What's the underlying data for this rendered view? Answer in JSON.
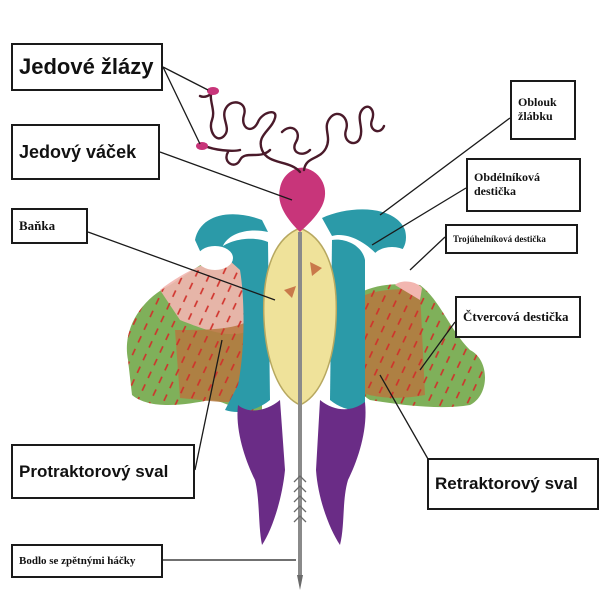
{
  "labels": {
    "jedove_zlazy": "Jedové žlázy",
    "jedovy_vacek": "Jedový váček",
    "banka": "Baňka",
    "protraktorovy_sval": "Protraktorový sval",
    "bodlo": "Bodlo se zpětnými háčky",
    "oblouk_line1": "Oblouk",
    "oblouk_line2": "žlábku",
    "obdelnikova_line1": "Obdélníková",
    "obdelnikova_line2": "destička",
    "trojuhelnikova": "Trojúhelníková destička",
    "ctvercova": "Čtvercová destička",
    "retraktorovy_sval": "Retraktorový sval"
  },
  "colors": {
    "venom_sac": "#c8357a",
    "gland_duct": "#4a1a2a",
    "bulb": "#efe29a",
    "bulb_edge": "#b7a860",
    "plate_teal": "#2b9aa8",
    "plate_teal_dark": "#1f6f7a",
    "muscle_green": "#6aa84f",
    "muscle_orange": "#c9794a",
    "muscle_pink": "#f2b6b0",
    "lancet_purple": "#6a2c86",
    "stinger": "#9a9a9a",
    "dash_red": "#d0302a"
  }
}
